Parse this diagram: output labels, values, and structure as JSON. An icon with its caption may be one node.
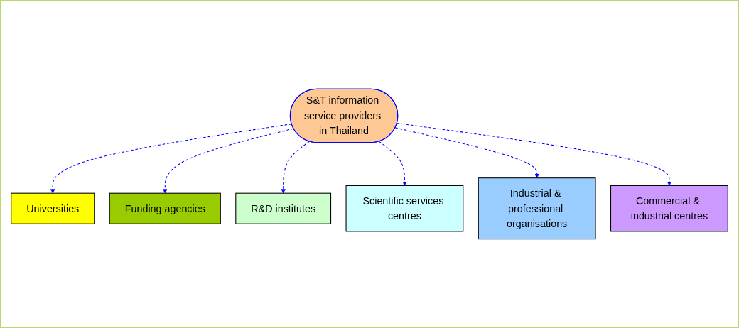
{
  "diagram": {
    "nodes": [
      {
        "text": [
          "S&T information service providers in Thailand"
        ]
      },
      {
        "text": [
          "Universities"
        ]
      },
      {
        "text": [
          "Funding agencies"
        ]
      },
      {
        "text": [
          "R&D institutes"
        ]
      },
      {
        "text": [
          "Scientific services centres"
        ]
      },
      {
        "text": [
          "Industrial & professional organisations"
        ]
      },
      {
        "text": [
          "Commercial & industrial centres"
        ]
      }
    ],
    "edges": [
      {
        "from": 0,
        "to": 1,
        "arrow": "to",
        "style": "dashed"
      },
      {
        "from": 0,
        "to": 2,
        "arrow": "to",
        "style": "dashed"
      },
      {
        "from": 0,
        "to": 3,
        "arrow": "to",
        "style": "dashed"
      },
      {
        "from": 0,
        "to": 4,
        "arrow": "to",
        "style": "dashed"
      },
      {
        "from": 0,
        "to": 5,
        "arrow": "to",
        "style": "dashed"
      },
      {
        "from": 0,
        "to": 6,
        "arrow": "to",
        "style": "dashed"
      }
    ]
  }
}
